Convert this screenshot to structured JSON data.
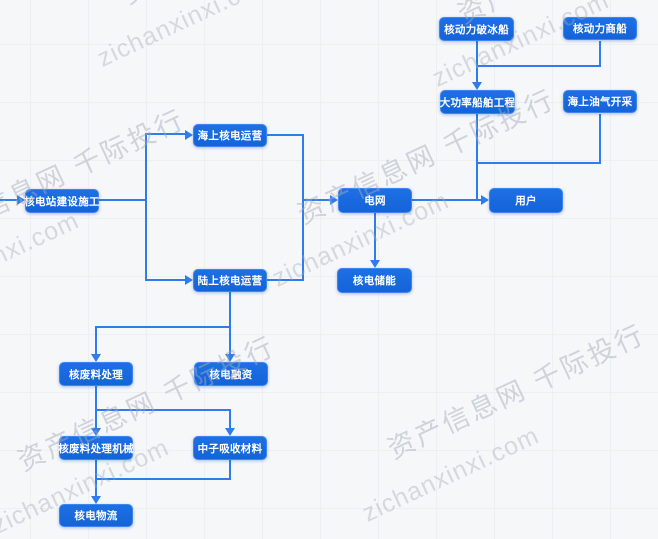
{
  "watermark": {
    "line1": "资产信息网 千际投行",
    "line2": "zichanxinxi.com"
  },
  "colors": {
    "node_fill": "#1a69de",
    "node_border": "#4085ee",
    "node_text": "#ffffff",
    "edge": "#2e7ced",
    "background": "#f6f7f9",
    "grid_line": "#edeff3",
    "watermark_text": "#a3acba"
  },
  "nodes": {
    "construction": {
      "label": "核电站建设施工"
    },
    "offshore_operation": {
      "label": "海上核电运营"
    },
    "onshore_operation": {
      "label": "陆上核电运营"
    },
    "grid": {
      "label": "电网"
    },
    "storage": {
      "label": "核电储能"
    },
    "users": {
      "label": "用户"
    },
    "icebreaker": {
      "label": "核动力破冰船"
    },
    "merchant_ship": {
      "label": "核动力商船"
    },
    "high_power_ship": {
      "label": "大功率船舶工程"
    },
    "offshore_oil_gas": {
      "label": "海上油气开采"
    },
    "waste_treatment": {
      "label": "核废料处理"
    },
    "financing": {
      "label": "核电融资"
    },
    "waste_machinery": {
      "label": "核废料处理机械"
    },
    "neutron_material": {
      "label": "中子吸收材料"
    },
    "logistics": {
      "label": "核电物流"
    }
  },
  "edges": [
    {
      "from": "offscreen-left",
      "to": "construction"
    },
    {
      "from": "construction",
      "to": "offshore_operation"
    },
    {
      "from": "construction",
      "to": "onshore_operation"
    },
    {
      "from": "offshore_operation",
      "to": "grid"
    },
    {
      "from": "onshore_operation",
      "to": "grid"
    },
    {
      "from": "grid",
      "to": "users"
    },
    {
      "from": "grid",
      "to": "storage"
    },
    {
      "from": "icebreaker",
      "to": "high_power_ship"
    },
    {
      "from": "merchant_ship",
      "to": "high_power_ship"
    },
    {
      "from": "high_power_ship",
      "to": "users"
    },
    {
      "from": "offshore_oil_gas",
      "to": "users"
    },
    {
      "from": "onshore_operation",
      "to": "waste_treatment"
    },
    {
      "from": "onshore_operation",
      "to": "financing"
    },
    {
      "from": "waste_treatment",
      "to": "waste_machinery"
    },
    {
      "from": "waste_treatment",
      "to": "neutron_material"
    },
    {
      "from": "waste_machinery",
      "to": "logistics"
    },
    {
      "from": "neutron_material",
      "to": "logistics"
    }
  ]
}
